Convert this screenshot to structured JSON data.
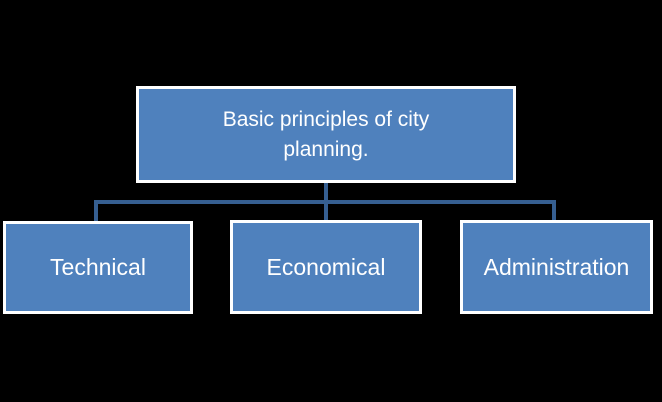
{
  "diagram": {
    "type": "org-chart",
    "background": "#000000",
    "node_fill": "#4F81BD",
    "node_border": "#FFFFFF",
    "connector_color": "#365F91",
    "text_color": "#FFFFFF",
    "root": {
      "label": "Basic principles of city planning."
    },
    "children": [
      {
        "label": "Technical"
      },
      {
        "label": "Economical"
      },
      {
        "label": "Administration"
      }
    ]
  }
}
